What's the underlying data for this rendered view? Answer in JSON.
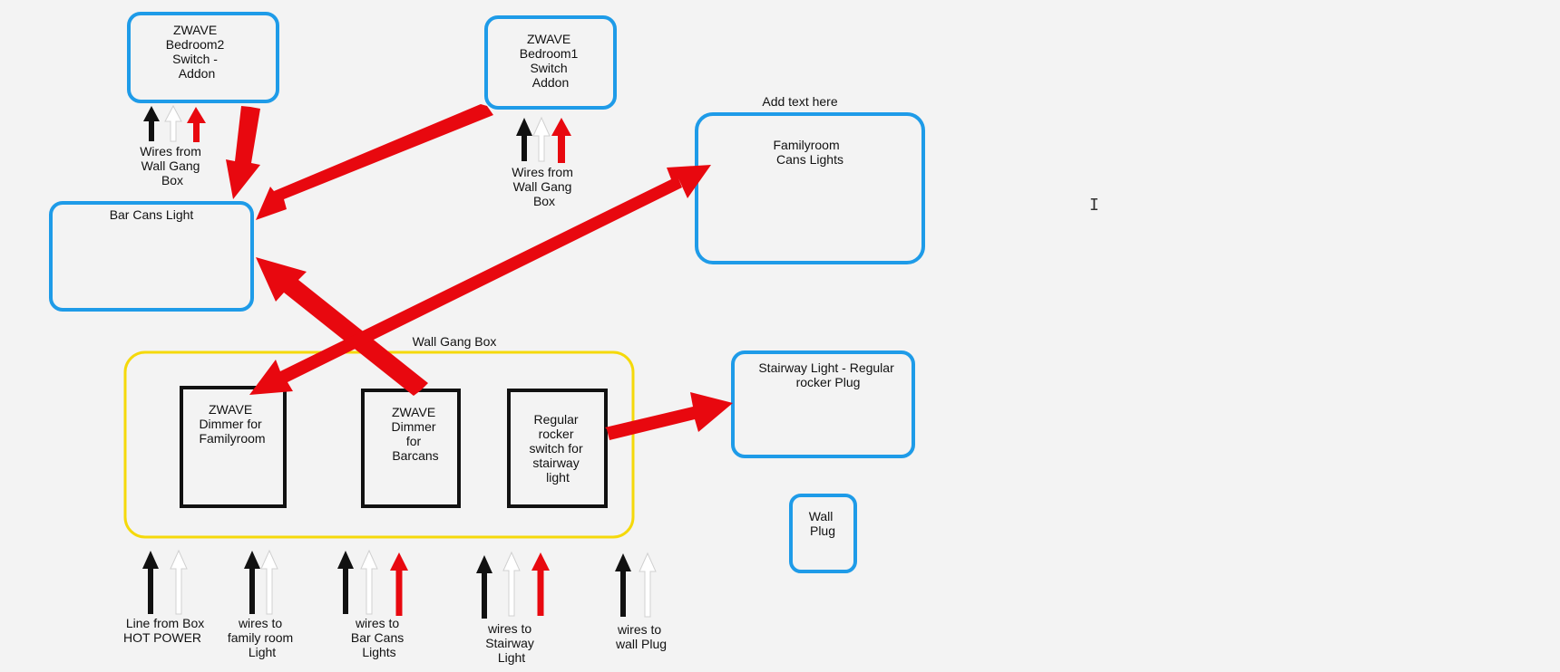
{
  "colors": {
    "blue": "#1e9be8",
    "yellow": "#f5d90a",
    "red": "#e8080f",
    "black": "#111111",
    "white_arrow": "#ffffff",
    "white_arrow_edge": "#cfcfcf",
    "background": "#f3f3f3"
  },
  "boxes": {
    "bedroom2_switch": [
      "ZWAVE",
      "Bedroom2",
      "Switch -",
      "Addon"
    ],
    "bedroom1_switch": [
      "ZWAVE",
      "Bedroom1",
      "Switch",
      "Addon"
    ],
    "bar_cans": [
      "Bar Cans Light"
    ],
    "familyroom_cans": [
      "Familyroom",
      "Cans Lights"
    ],
    "stairway_light": [
      "Stairway Light - Regular",
      "rocker Plug"
    ],
    "wall_plug": [
      "Wall",
      "Plug"
    ],
    "dimmer_familyroom": [
      "ZWAVE",
      "Dimmer for",
      "Familyroom"
    ],
    "dimmer_barcans": [
      "ZWAVE",
      "Dimmer",
      "for",
      "Barcans"
    ],
    "rocker_stairway": [
      "Regular",
      "rocker",
      "switch for",
      "stairway",
      "light"
    ]
  },
  "captions": {
    "add_text": "Add text here",
    "wall_gang_box": "Wall Gang Box",
    "wires_bedroom2": [
      "Wires from",
      "Wall Gang",
      "Box"
    ],
    "wires_bedroom1": [
      "Wires from",
      "Wall Gang",
      "Box"
    ],
    "line_from_box": [
      "Line from Box",
      "HOT POWER"
    ],
    "wires_family_room": [
      "wires to",
      "family room",
      "Light"
    ],
    "wires_bar_cans": [
      "wires to",
      "Bar Cans",
      "Lights"
    ],
    "wires_stairway": [
      "wires to",
      "Stairway",
      "Light"
    ],
    "wires_wall_plug": [
      "wires to",
      "wall Plug"
    ]
  },
  "text_cursor_icon": "I-beam-cursor-icon"
}
